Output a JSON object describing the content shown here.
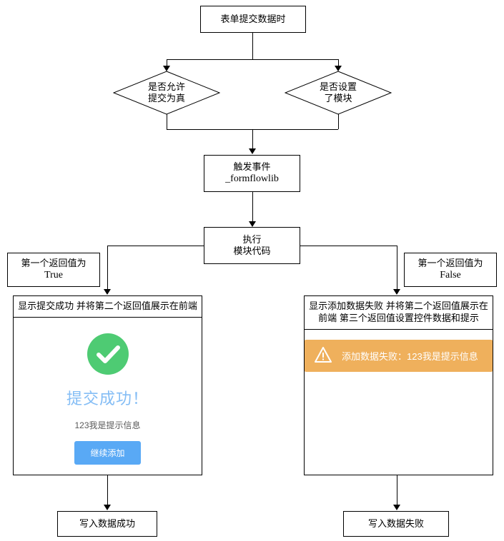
{
  "diagram": {
    "title_node": "表单提交数据时",
    "decisions": [
      {
        "lines": [
          "是否允许",
          "提交为真"
        ]
      },
      {
        "lines": [
          "是否设置",
          "了模块"
        ]
      }
    ],
    "trigger_node": {
      "line1": "触发事件",
      "line2": "_formflowlib"
    },
    "execute_node": {
      "line1": "执行",
      "line2": "模块代码"
    },
    "branch_labels": {
      "left": {
        "line1": "第一个返回值为",
        "line2": "True"
      },
      "right": {
        "line1": "第一个返回值为",
        "line2": "False"
      }
    },
    "success_branch": {
      "header_lines": [
        "显示提交成功",
        "并将第二个返回值展示在前端"
      ],
      "check_icon": "check-circle-icon",
      "title": "提交成功！",
      "message": "123我是提示信息",
      "button_label": "继续添加",
      "result_node": "写入数据成功"
    },
    "error_branch": {
      "header_lines": [
        "显示添加数据失败",
        "并将第二个返回值展示在前端",
        "第三个返回值设置控件数据和提示"
      ],
      "alert_icon": "warning-triangle-icon",
      "alert_text": "添加数据失败：123我是提示信息",
      "result_node": "写入数据失败"
    }
  },
  "colors": {
    "success_green": "#4ECB73",
    "title_blue": "#84bdf5",
    "button_blue": "#59a9f5",
    "alert_orange": "#efb05c",
    "stroke": "#000000"
  }
}
